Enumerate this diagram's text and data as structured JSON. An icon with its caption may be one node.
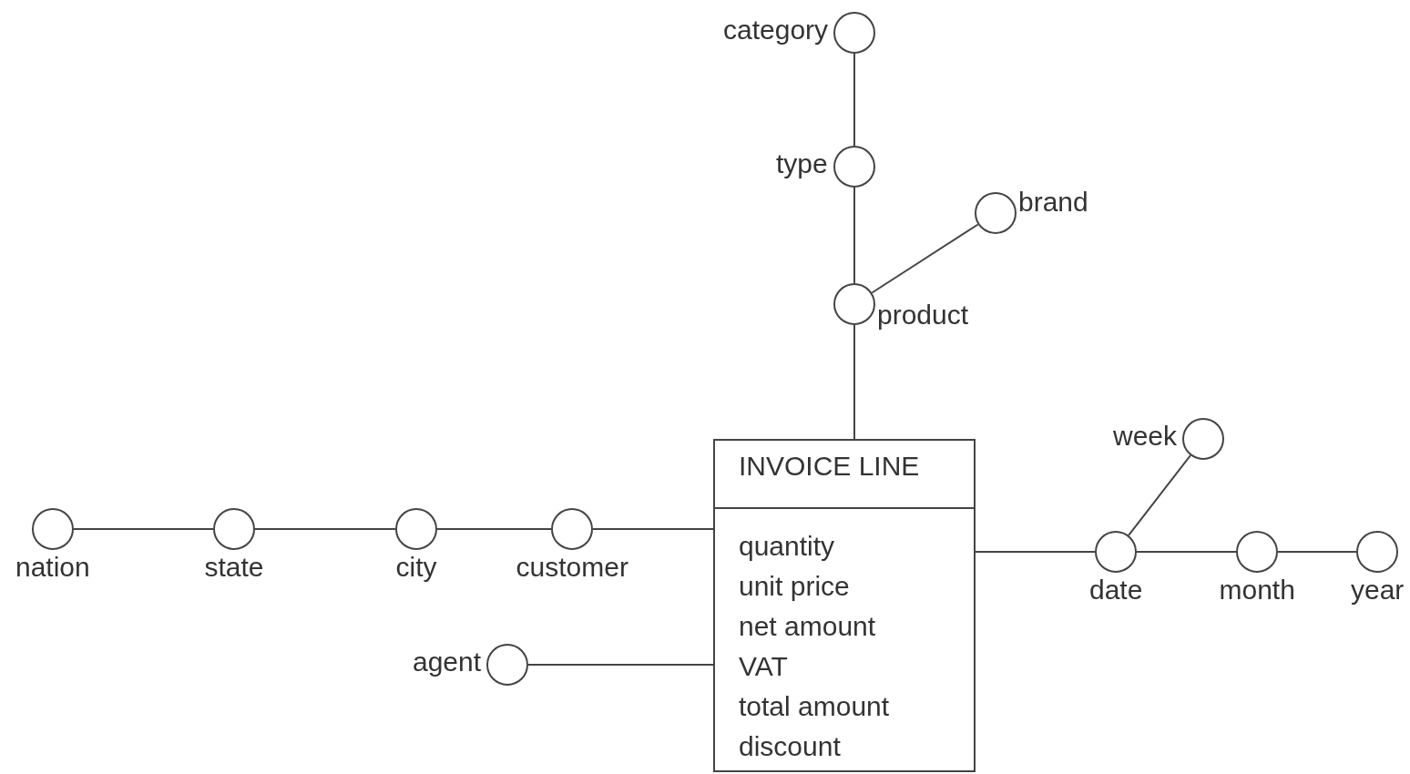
{
  "diagram": {
    "nodes": [
      {
        "text": [],
        "shape": "circle",
        "beside": [
          "category"
        ]
      },
      {
        "text": [],
        "shape": "circle",
        "beside": [
          "type"
        ]
      },
      {
        "text": [],
        "shape": "circle",
        "beside": [
          "brand"
        ]
      },
      {
        "text": [],
        "shape": "circle",
        "beside": [
          "product"
        ]
      },
      {
        "text": [
          "INVOICE LINE",
          "quantity",
          "unit price",
          "net amount",
          "VAT",
          "total amount",
          "discount"
        ]
      },
      {
        "text": [],
        "shape": "circle",
        "beside": [
          "week"
        ]
      },
      {
        "text": [],
        "shape": "circle",
        "beside": [
          "nation"
        ]
      },
      {
        "text": [],
        "shape": "circle",
        "beside": [
          "state"
        ]
      },
      {
        "text": [],
        "shape": "circle",
        "beside": [
          "city"
        ]
      },
      {
        "text": [],
        "shape": "circle",
        "beside": [
          "customer"
        ]
      },
      {
        "text": [],
        "shape": "circle",
        "beside": [
          "date"
        ]
      },
      {
        "text": [],
        "shape": "circle",
        "beside": [
          "month"
        ]
      },
      {
        "text": [],
        "shape": "circle",
        "beside": [
          "year"
        ]
      },
      {
        "text": [],
        "shape": "circle",
        "beside": [
          "agent"
        ]
      }
    ],
    "edges": [
      {
        "from": 4,
        "to": 3,
        "arrow": "none"
      },
      {
        "from": 3,
        "to": 1,
        "arrow": "none"
      },
      {
        "from": 1,
        "to": 0,
        "arrow": "none"
      },
      {
        "from": 3,
        "to": 2,
        "arrow": "none"
      },
      {
        "from": 4,
        "to": 9,
        "arrow": "none"
      },
      {
        "from": 9,
        "to": 8,
        "arrow": "none"
      },
      {
        "from": 8,
        "to": 7,
        "arrow": "none"
      },
      {
        "from": 7,
        "to": 6,
        "arrow": "none"
      },
      {
        "from": 4,
        "to": 13,
        "arrow": "none"
      },
      {
        "from": 4,
        "to": 10,
        "arrow": "none"
      },
      {
        "from": 10,
        "to": 5,
        "arrow": "none"
      },
      {
        "from": 10,
        "to": 11,
        "arrow": "none"
      },
      {
        "from": 11,
        "to": 12,
        "arrow": "none"
      }
    ]
  }
}
